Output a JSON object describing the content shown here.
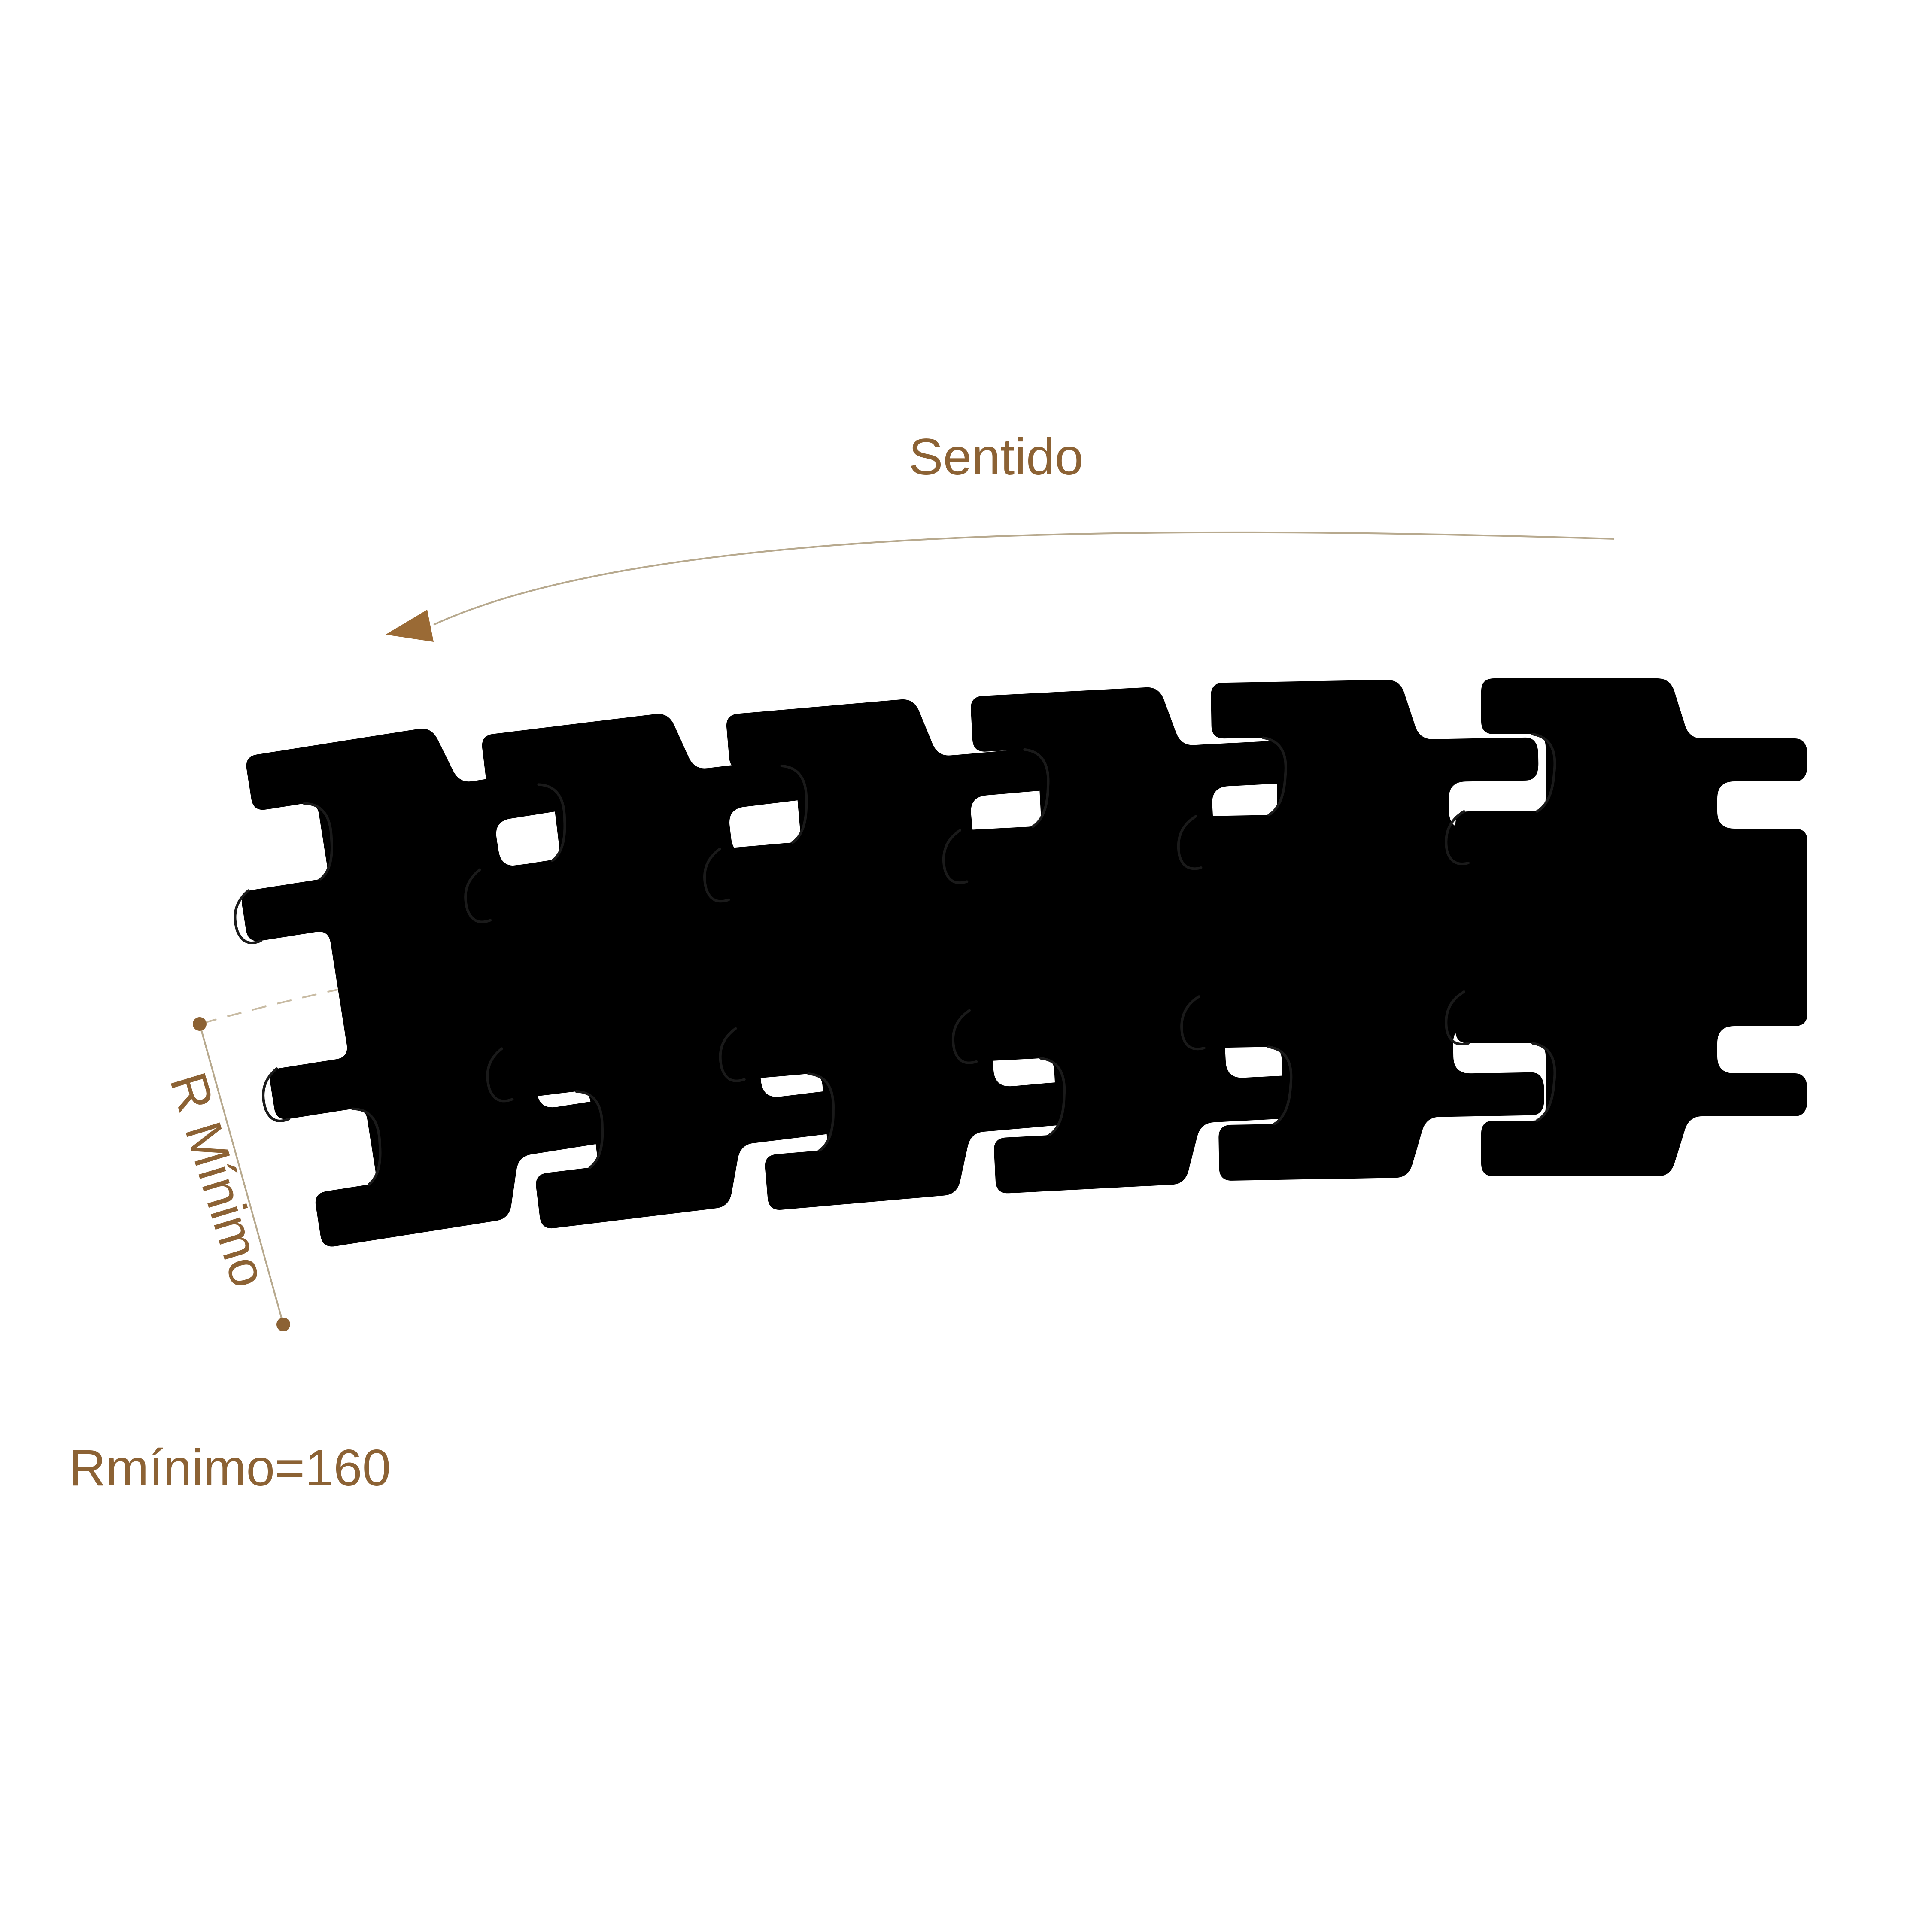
{
  "labels": {
    "direction": "Sentido",
    "radius": "R Mínimo",
    "formula": "Rmínimo=160"
  },
  "colors": {
    "accent": "#8c6234",
    "guide": "#b7a98e",
    "outline": "#1a1a1a"
  },
  "chain": {
    "link_count": 6
  }
}
